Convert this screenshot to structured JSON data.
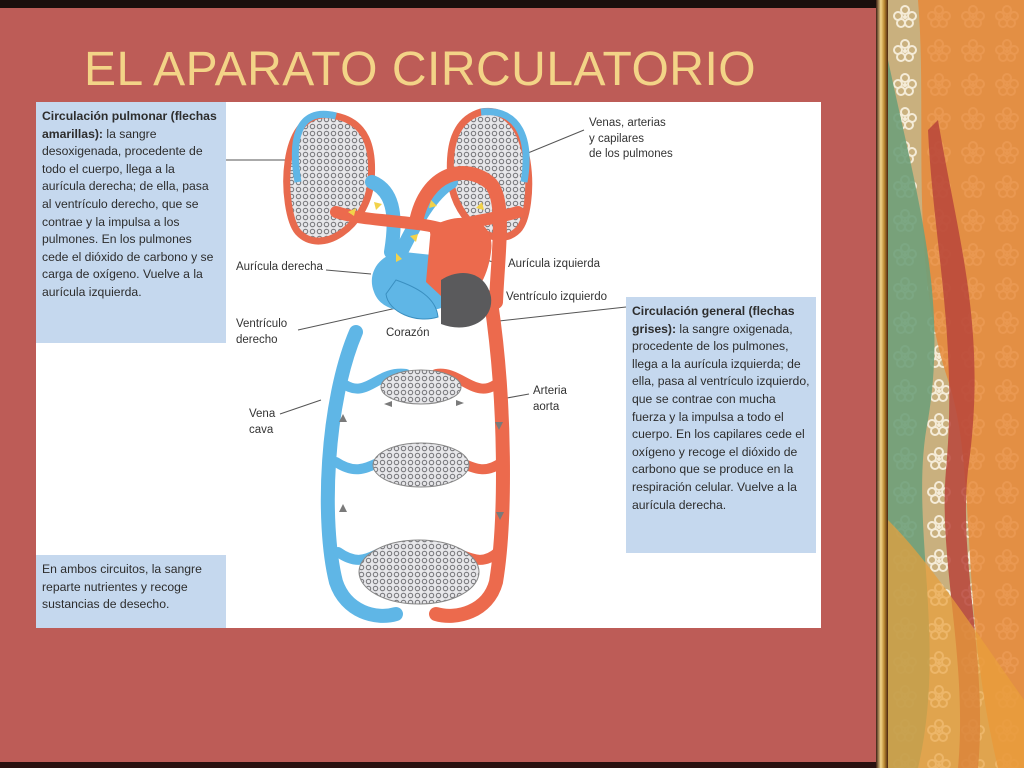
{
  "title": "EL APARATO CIRCULATORIO",
  "boxes": {
    "pulmonar_head": "Circulación pulmonar (flechas amarillas):",
    "pulmonar_body": " la sangre desoxigenada, procedente de todo el cuerpo, llega a la aurícula derecha; de ella, pasa al ventrículo derecho, que se contrae y la impulsa a los pulmones. En los pulmones cede el dióxido de carbono y se carga de oxígeno. Vuelve a la aurícula izquierda.",
    "general_head": "Circulación general (flechas grises):",
    "general_body": " la sangre oxigenada, procedente de los pulmones, llega a la aurícula izquierda; de ella, pasa al ventrículo izquierdo, que se contrae con mucha fuerza y la impulsa a todo el cuerpo. En los capilares cede el oxígeno y recoge el dióxido de carbono que se produce en la respiración celular. Vuelve a la aurícula derecha.",
    "ambos": "En ambos circuitos, la sangre reparte nutrientes y recoge sustancias de desecho."
  },
  "labels": {
    "venas": "Venas, arterias\ny capilares\nde los pulmones",
    "auricula_derecha": "Aurícula derecha",
    "auricula_izquierda": "Aurícula izquierda",
    "ventriculo_izquierdo": "Ventrículo izquierdo",
    "ventriculo_derecho": "Ventrículo\nderecho",
    "corazon": "Corazón",
    "vena_cava": "Vena\ncava",
    "arteria_aorta": "Arteria\naorta"
  },
  "colors": {
    "slide_bg": "#bd5c57",
    "title": "#f3d487",
    "vein_blue": "#5fb6e6",
    "artery_red": "#ec6a4d",
    "box_blue": "#c5d8ee",
    "capillary_gray": "#8a8a8a",
    "heart_gray": "#5a5a5c"
  }
}
